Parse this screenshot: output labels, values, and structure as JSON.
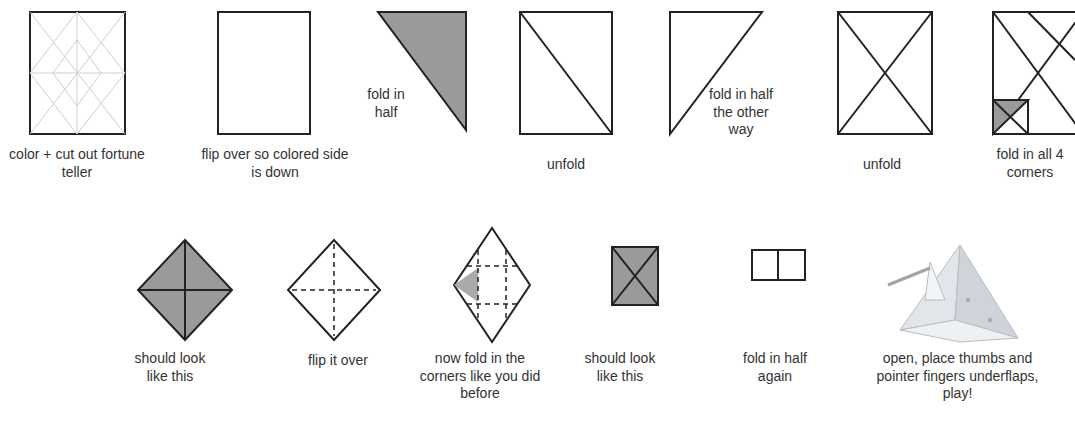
{
  "diagram": {
    "labels": [
      "color + cut out fortune teller",
      "flip over so colored side is down",
      "fold in half",
      "unfold",
      "fold in half the other way",
      "unfold",
      "fold in all 4 corners",
      "should look like this",
      "flip it over",
      "now fold in the corners like you did before",
      "should look like this",
      "fold in half again",
      "open, place thumbs and pointer fingers underflaps, play!"
    ]
  }
}
